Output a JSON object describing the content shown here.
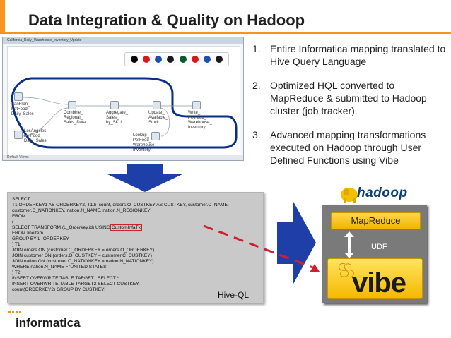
{
  "slide": {
    "title": "Data Integration & Quality on Hadoop",
    "accent_color": "#f7941d"
  },
  "designer": {
    "window_title": "California_Daily_Warehouse_Inventory_Update",
    "status": "Default Views",
    "dot_colors": [
      "#000000",
      "#d7191c",
      "#1f4fb0",
      "#1a1a1a",
      "#0a5a30",
      "#d7191c",
      "#1f4fb0",
      "#1a1a1a"
    ],
    "nodes": [
      {
        "label": "SanFran_\nPetFood_\nDaily_Sales"
      },
      {
        "label": "Combine_\nRegional_\nSales_Data"
      },
      {
        "label": "Aggregate_\nSales_\nby_SKU"
      },
      {
        "label": "Update_\nAvailable_\nStock"
      },
      {
        "label": "Write_\nPetFood_\nWarehouse_\nInventory"
      },
      {
        "label": "LosAngeles_\nPetFood_\nDaily_Sales"
      },
      {
        "label": "Lookup_\nPetFood_\nWarehouse_\nInventory"
      }
    ]
  },
  "bullets": [
    {
      "num": "1.",
      "text": "Entire Informatica mapping translated to Hive Query Language"
    },
    {
      "num": "2.",
      "text": "Optimized HQL converted to MapReduce & submitted to Hadoop cluster (job tracker)."
    },
    {
      "num": "3.",
      "text": "Advanced mapping transformations executed on Hadoop through User Defined Functions using Vibe"
    }
  ],
  "hql": {
    "lines": [
      "SELECT",
      "    T1.ORDERKEY1 AS ORDERKEY2, T1.li_count, orders.O_CUSTKEY AS CUSTKEY, customer.C_NAME,",
      "    customer.C_NATIONKEY, nation.N_NAME, nation.N_REGIONKEY",
      "    FROM",
      "                              (",
      "                              SELECT TRANSFORM (L_Orderkey.id) USING",
      "                              FROM lineitem",
      "                              GROUP BY L_ORDERKEY",
      "                              ) T1",
      "                              JOIN orders ON (customer.C_ORDERKEY = orders.O_ORDERKEY)",
      "                              JOIN customer ON (orders.O_CUSTKEY = customer.C_CUSTKEY)",
      "                              JOIN nation ON (customer.C_NATIONKEY = nation.N_NATIONKEY)",
      "                              WHERE nation.N_NAME = 'UNITED STATES'",
      "                              ) T2",
      "    INSERT OVERWRITE TABLE TARGET1 SELECT *",
      "    INSERT OVERWRITE TABLE TARGET2 SELECT CUSTKEY,",
      "            count(ORDERKEY2) GROUP BY CUSTKEY;"
    ],
    "highlight": "CustomInfaTx",
    "label": "Hive-QL"
  },
  "hadoop": {
    "logo_text": "hadoop",
    "mapreduce_label": "MapReduce",
    "udf_label": "UDF",
    "vibe_label": "vibe",
    "highlight_color": "#f2b600",
    "dash_color": "#d21f2f"
  },
  "brand": {
    "name": "informatica"
  }
}
